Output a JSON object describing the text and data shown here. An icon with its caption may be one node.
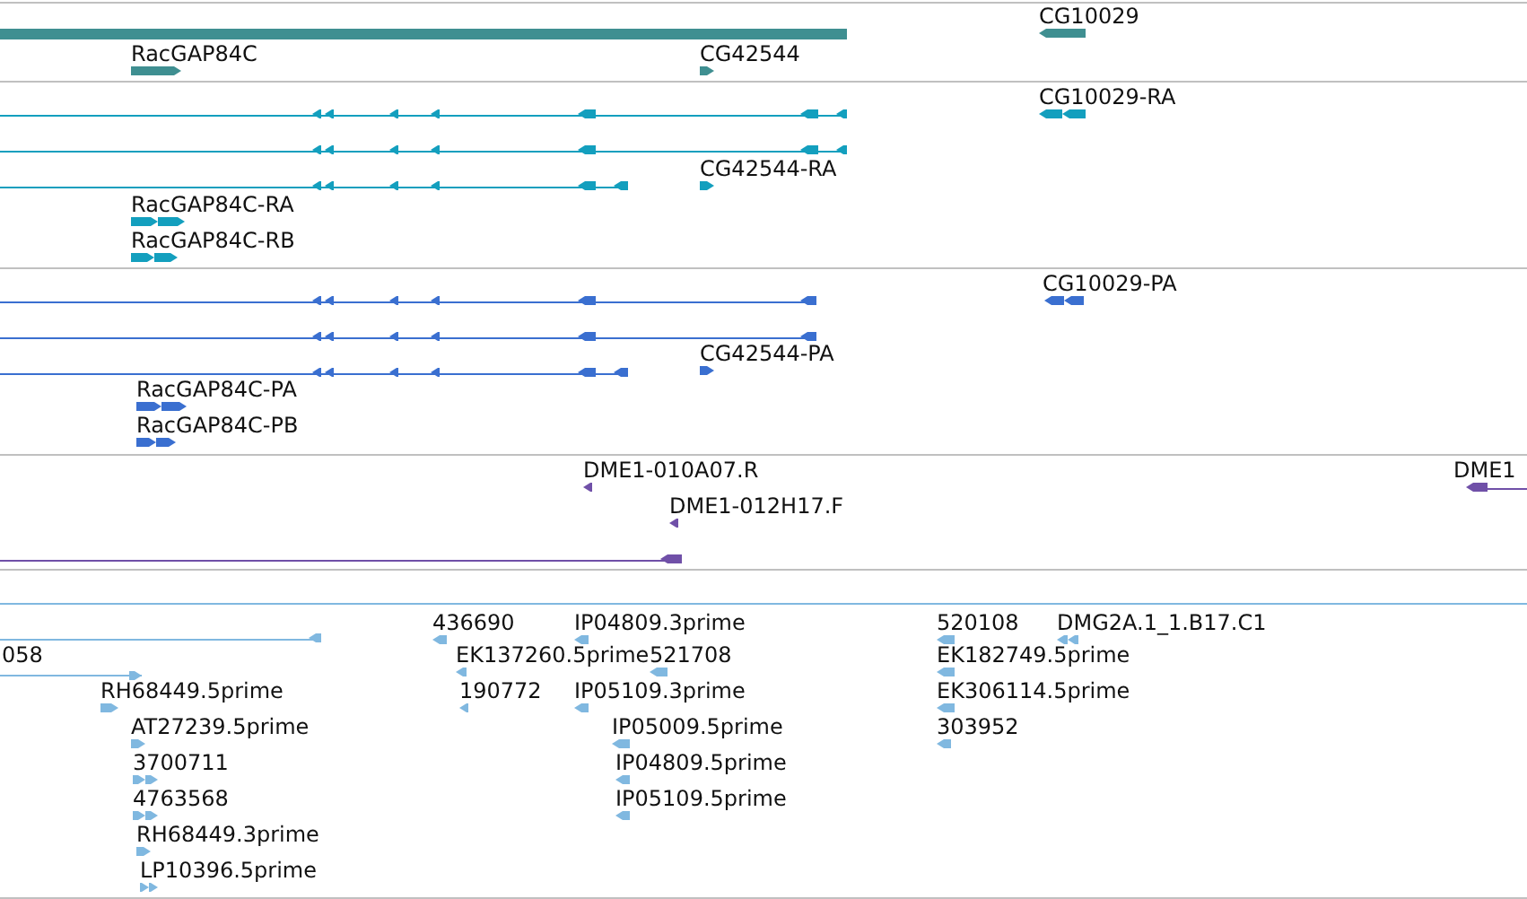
{
  "diagram": {
    "labels": [
      "RacGAP84C",
      "CG42544",
      "CG10029",
      "CG10029-RA",
      "CG42544-RA",
      "RacGAP84C-RA",
      "RacGAP84C-RB",
      "CG10029-PA",
      "CG42544-PA",
      "RacGAP84C-PA",
      "RacGAP84C-PB",
      "DME1-010A07.R",
      "DME1-012H17.F",
      "DME1",
      "436690",
      "IP04809.3prime",
      "520108",
      "DMG2A.1_1.B17.C1",
      "058",
      "EK137260.5prime",
      "521708",
      "EK182749.5prime",
      "RH68449.5prime",
      "190772",
      "IP05109.3prime",
      "EK306114.5prime",
      "AT27239.5prime",
      "IP05009.5prime",
      "303952",
      "3700711",
      "IP04809.5prime",
      "4763568",
      "IP05109.5prime",
      "RH68449.3prime",
      "LP10396.5prime"
    ]
  }
}
